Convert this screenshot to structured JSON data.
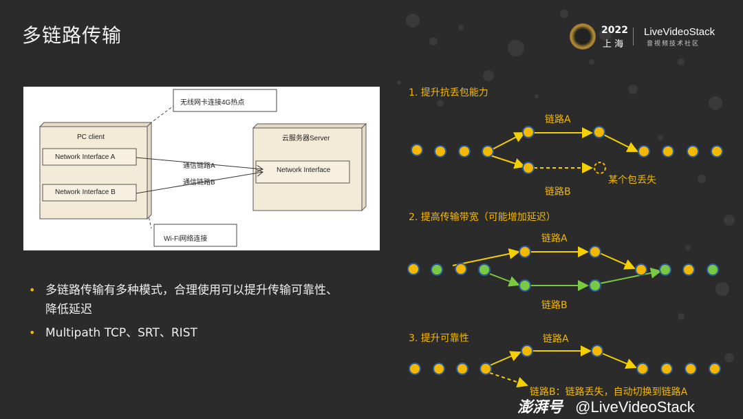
{
  "title": "多链路传输",
  "logo": {
    "year": "2022",
    "city": "上 海",
    "brand": "LiveVideoStack",
    "sub": "音视频技术社区"
  },
  "diagram": {
    "pc_client": "PC client",
    "iface_a": "Network Interface A",
    "iface_b": "Network Interface B",
    "server": "云服务器Server",
    "server_iface": "Network Interface",
    "link_a": "通信链路A",
    "link_b": "通信链路B",
    "note_top": "无线网卡连接4G热点",
    "note_bottom": "Wi-Fi网络连接"
  },
  "bullets": [
    "多链路传输有多种模式，合理使用可以提升传输可靠性、",
    "降低延迟",
    "Multipath TCP、SRT、RIST"
  ],
  "sections": {
    "s1": {
      "heading": "1. 提升抗丢包能力",
      "link_a": "链路A",
      "link_b": "链路B",
      "note": "某个包丢失"
    },
    "s2": {
      "heading": "2. 提高传输带宽（可能增加延迟）",
      "link_a": "链路A",
      "link_b": "链路B"
    },
    "s3": {
      "heading": "3. 提升可靠性",
      "link_a": "链路A",
      "note": "链路B：链路丢失，自动切换到链路A"
    }
  },
  "colors": {
    "accent": "#f5b800",
    "green": "#7ac943",
    "dot_border": "#2a5a9a"
  },
  "watermark": {
    "logo": "澎湃号",
    "handle": "@LiveVideoStack"
  }
}
